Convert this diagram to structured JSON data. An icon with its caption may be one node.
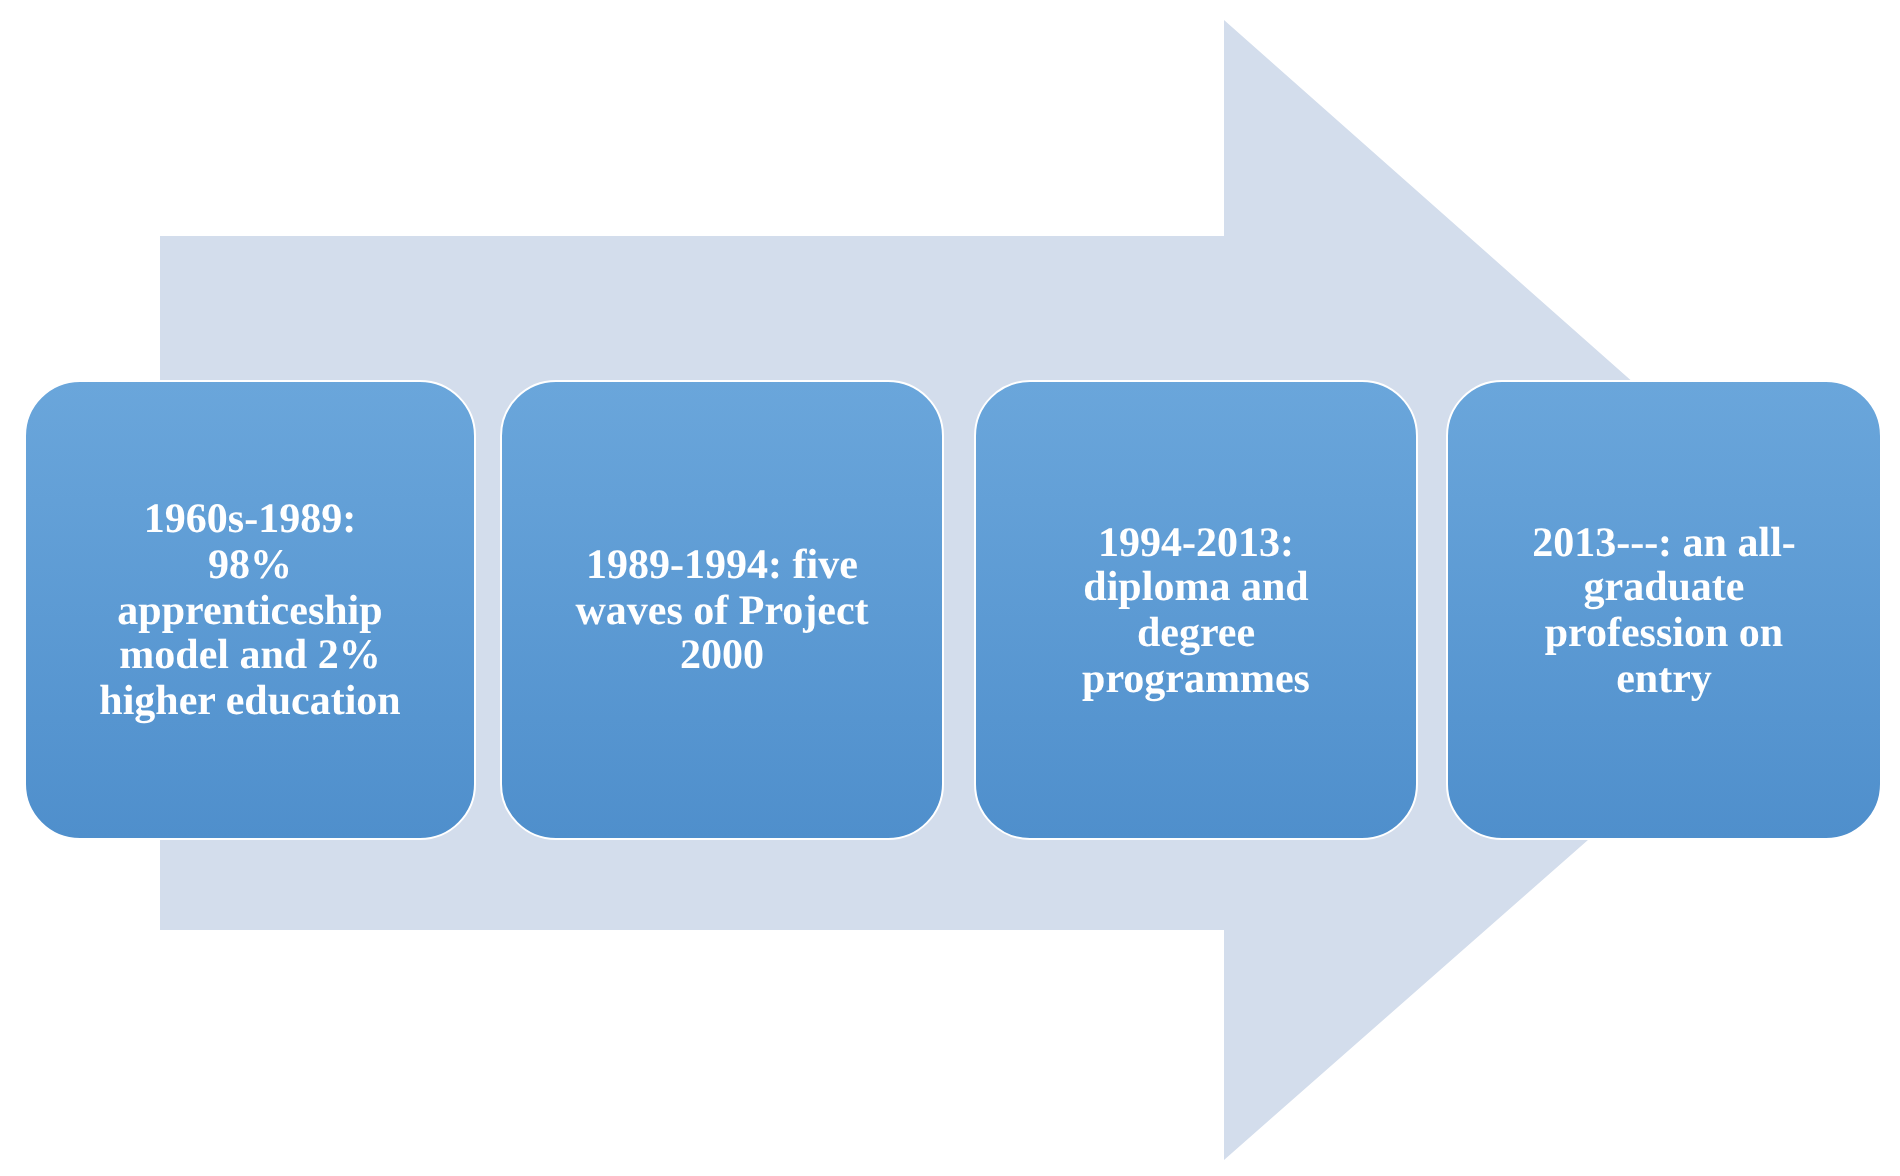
{
  "diagram": {
    "nodes": [
      {
        "text": [
          "1960s-1989: 98% apprenticeship model and 2% higher education"
        ]
      },
      {
        "text": [
          "1989-1994: five waves of Project 2000"
        ]
      },
      {
        "text": [
          "1994-2013: diploma and degree programmes"
        ]
      },
      {
        "text": [
          "2013---: an all-graduate profession on entry"
        ]
      }
    ],
    "edges": [
      {
        "from": 0,
        "to": 3,
        "arrow": "to",
        "style": "thick"
      }
    ]
  }
}
